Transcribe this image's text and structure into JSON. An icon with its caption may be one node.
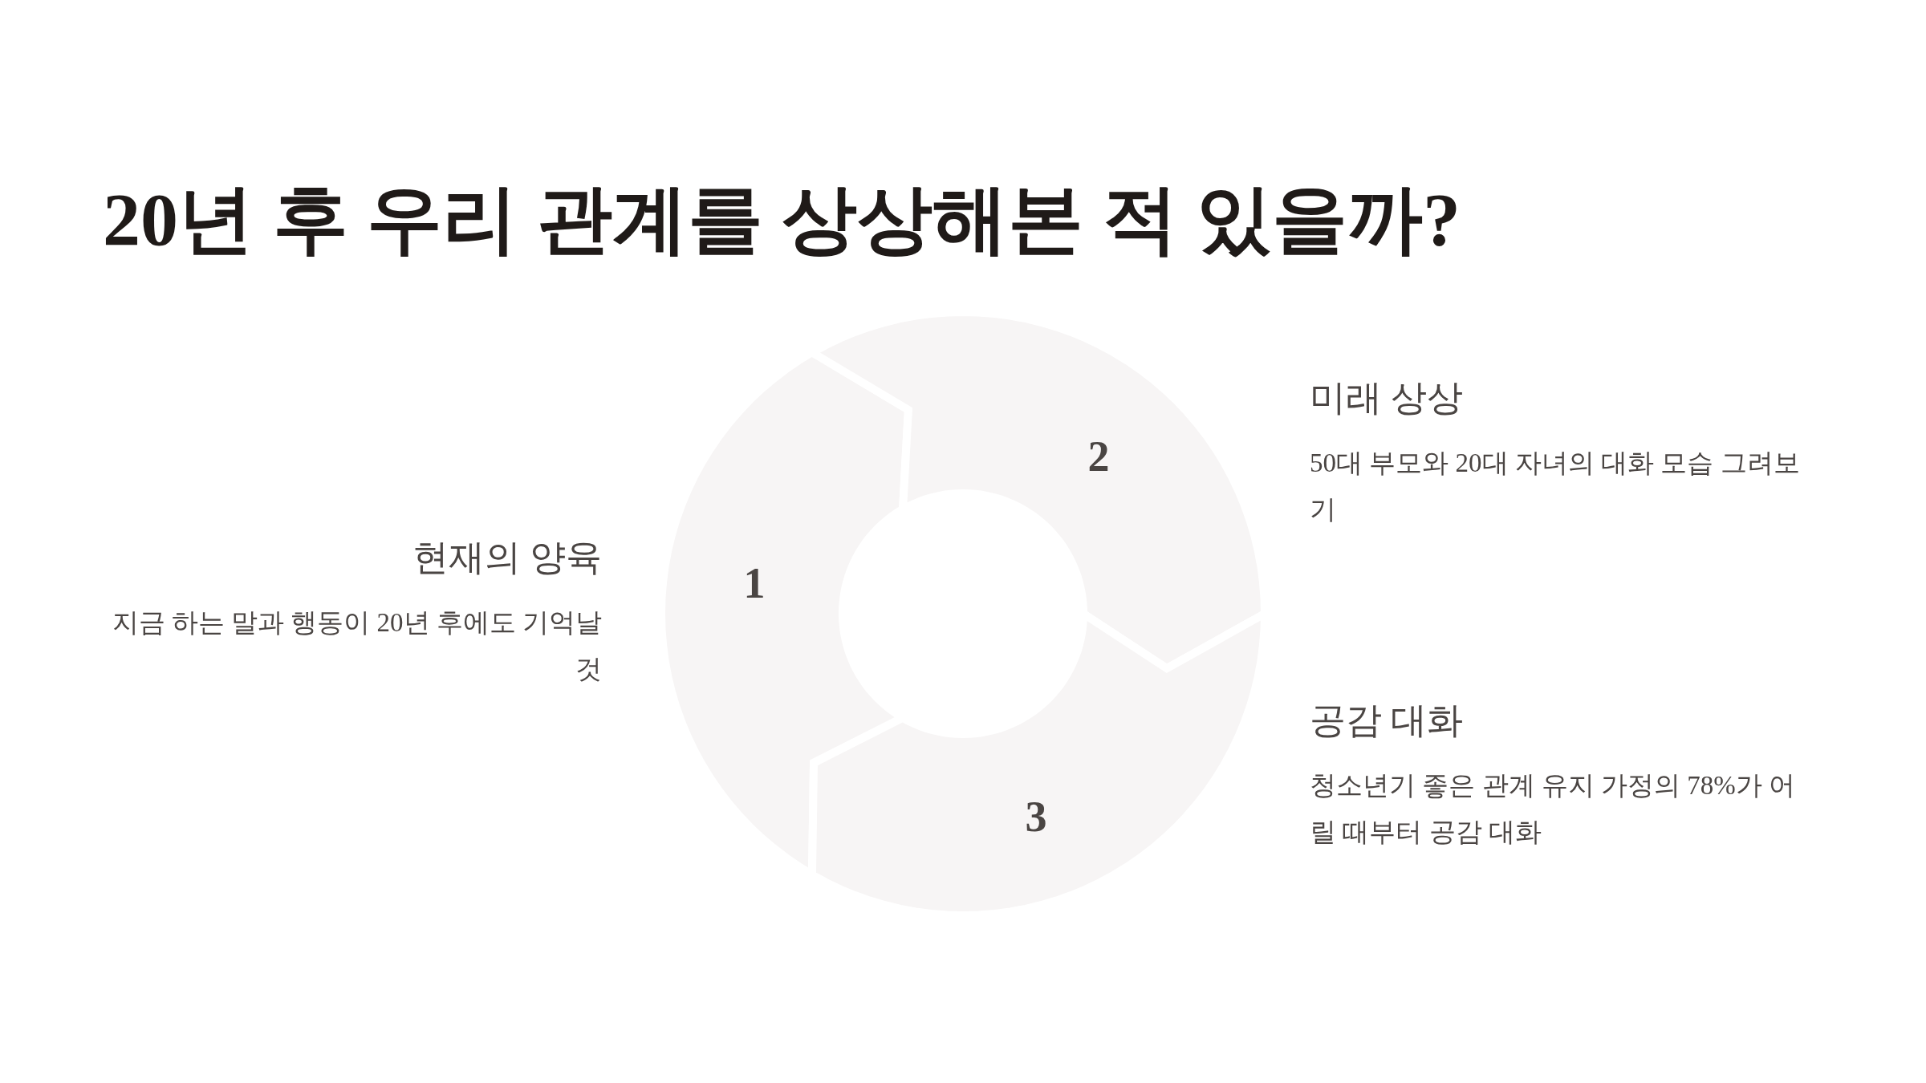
{
  "diagram": {
    "title": "20년 후 우리 관계를 상상해본 적 있을까?",
    "nodes": [
      {
        "text": [
          "1"
        ],
        "beside": [
          "현재의 양육",
          "지금 하는 말과 행동이 20년 후에도 기억날 것"
        ]
      },
      {
        "text": [
          "2"
        ],
        "beside": [
          "미래 상상",
          "50대 부모와 20대 자녀의 대화 모습 그려보기"
        ]
      },
      {
        "text": [
          "3"
        ],
        "beside": [
          "공감 대화",
          "청소년기 좋은 관계 유지 가정의 78%가 어릴 때부터 공감 대화"
        ]
      }
    ],
    "edges": []
  }
}
